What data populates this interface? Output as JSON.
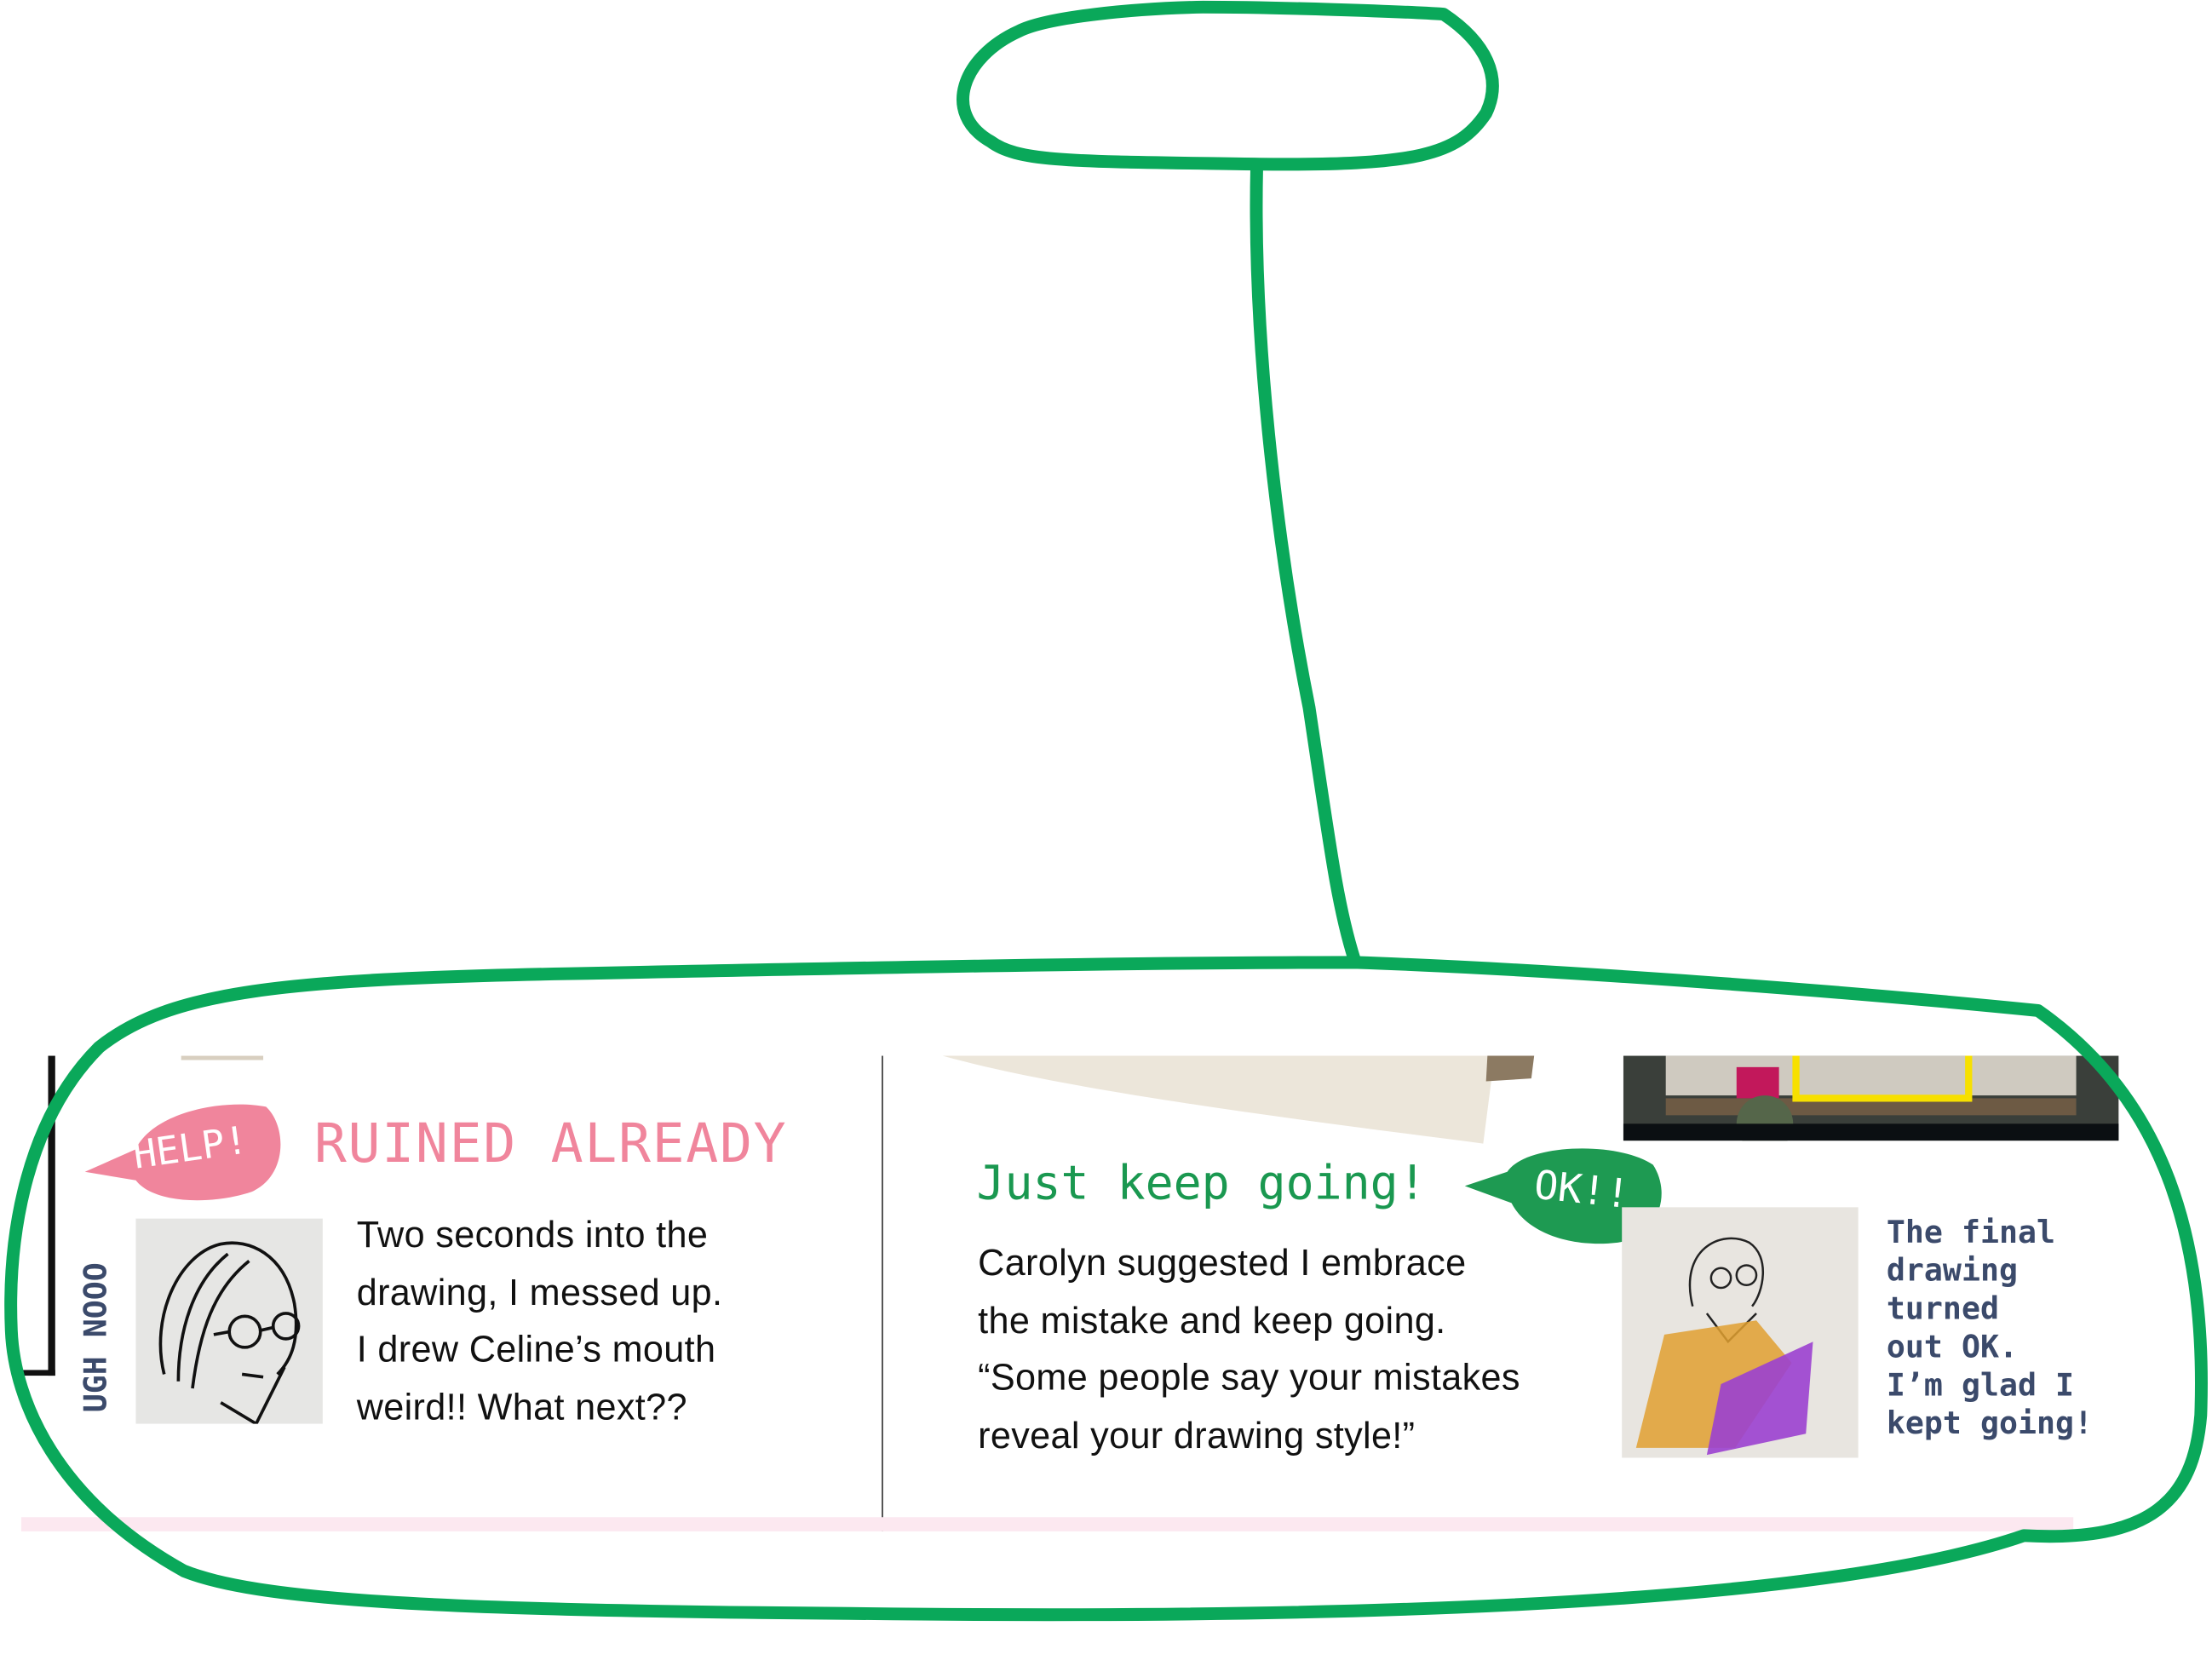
{
  "colors": {
    "annotation_green": "#0aa85a",
    "pink": "#f0859c",
    "green": "#1a9850",
    "navy": "#3b4a6b",
    "strip": "#fce8f0"
  },
  "left_panel": {
    "bubble_label": "HELP!",
    "title": "RUINED ALREADY",
    "side_label": "UGH NOOO",
    "image_icon": "face-sketch",
    "body_lines": [
      "Two seconds into the",
      "drawing, I messed up.",
      "I drew Celine’s mouth",
      "weird!! What next??"
    ]
  },
  "right_panel": {
    "title": "Just keep going!",
    "bubble_label": "OK!!",
    "body_lines": [
      "Carolyn suggested I embrace",
      "the mistake and keep going.",
      "“Some people say your mistakes",
      "reveal your drawing style!”"
    ],
    "image_icon": "laptop-sketch",
    "caption_lines": [
      "The final",
      "drawing",
      "turned",
      "out OK.",
      "I’m glad I",
      "kept going!"
    ]
  }
}
